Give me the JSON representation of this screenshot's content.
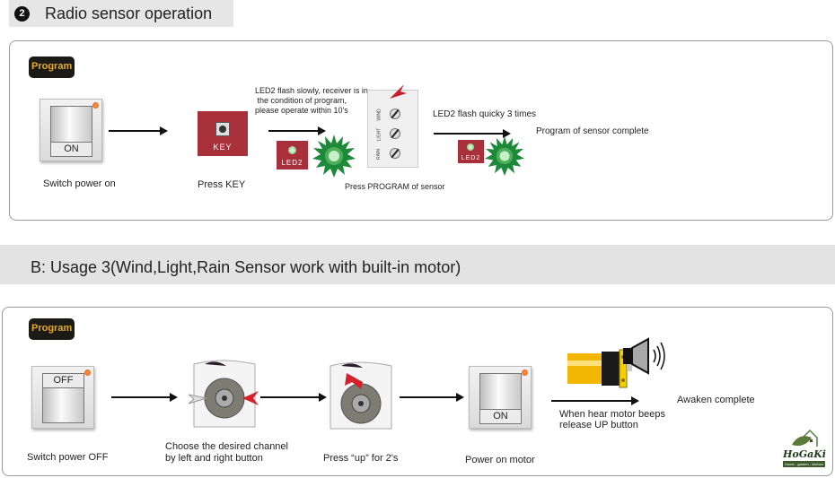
{
  "section1": {
    "number": "2",
    "title": "Radio sensor operation",
    "badge": "Program",
    "steps": [
      {
        "switch_label": "ON",
        "caption": "Switch power on"
      },
      {
        "key_label": "KEY",
        "caption": "Press  KEY"
      },
      {
        "note_lines": [
          "LED2 flash slowly, receiver is in",
          " the condition of program,",
          "please operate within 10's"
        ],
        "led_label": "LED2"
      },
      {
        "sensor_labels": [
          "WIND",
          "LIGHT",
          "RAIN"
        ],
        "caption": "Press  PROGRAM of sensor"
      },
      {
        "note": "LED2 flash quicky 3 times",
        "led_label": "LED2"
      },
      {
        "caption": "Program of sensor complete"
      }
    ]
  },
  "section2": {
    "title": "B: Usage 3(Wind,Light,Rain Sensor work with  built-in motor)",
    "badge": "Program",
    "steps": [
      {
        "switch_label": "OFF",
        "caption": "Switch power OFF"
      },
      {
        "caption_lines": [
          "Choose the desired channel",
          "by left and right button"
        ]
      },
      {
        "caption": "Press “up” for 2's"
      },
      {
        "switch_label": "ON",
        "caption": "Power on motor"
      },
      {
        "note_lines": [
          "When hear motor beeps",
          "release UP button"
        ]
      },
      {
        "caption": "Awaken complete"
      }
    ]
  },
  "logo": {
    "name": "HoGaKi",
    "tagline": "Home - garden - kitchen"
  },
  "colors": {
    "key_red": "#a8303a",
    "led_green": "#1d8a3a",
    "badge_gold": "#e3a92a",
    "motor_yellow": "#f2b705"
  }
}
